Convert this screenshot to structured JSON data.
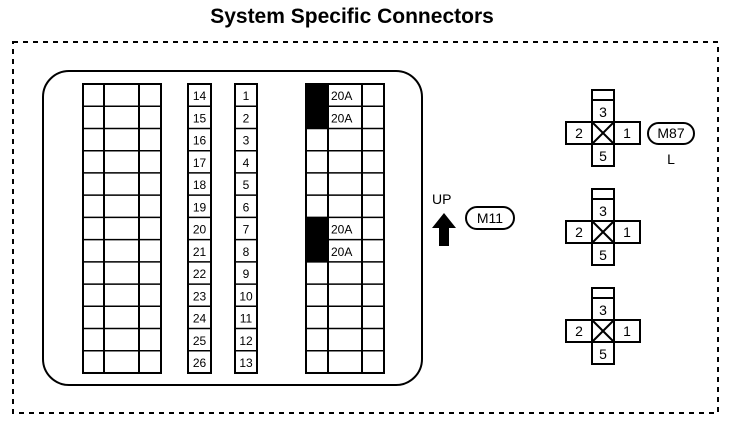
{
  "title": "System Specific Connectors",
  "fuse_block": {
    "left_numbers": [
      "14",
      "15",
      "16",
      "17",
      "18",
      "19",
      "20",
      "21",
      "22",
      "23",
      "24",
      "25",
      "26"
    ],
    "right_numbers": [
      "1",
      "2",
      "3",
      "4",
      "5",
      "6",
      "7",
      "8",
      "9",
      "10",
      "11",
      "12",
      "13"
    ],
    "amp_rows": [
      {
        "row": 0,
        "value": "20A",
        "filled": true
      },
      {
        "row": 1,
        "value": "20A",
        "filled": true
      },
      {
        "row": 6,
        "value": "20A",
        "filled": true
      },
      {
        "row": 7,
        "value": "20A",
        "filled": true
      }
    ],
    "direction_label": "UP",
    "connector_id": "M11"
  },
  "relay_connectors": [
    {
      "top": "3",
      "left": "2",
      "right": "1",
      "bottom": "5",
      "tag": "M87",
      "tag_sub": "L"
    },
    {
      "top": "3",
      "left": "2",
      "right": "1",
      "bottom": "5"
    },
    {
      "top": "3",
      "left": "2",
      "right": "1",
      "bottom": "5"
    }
  ]
}
